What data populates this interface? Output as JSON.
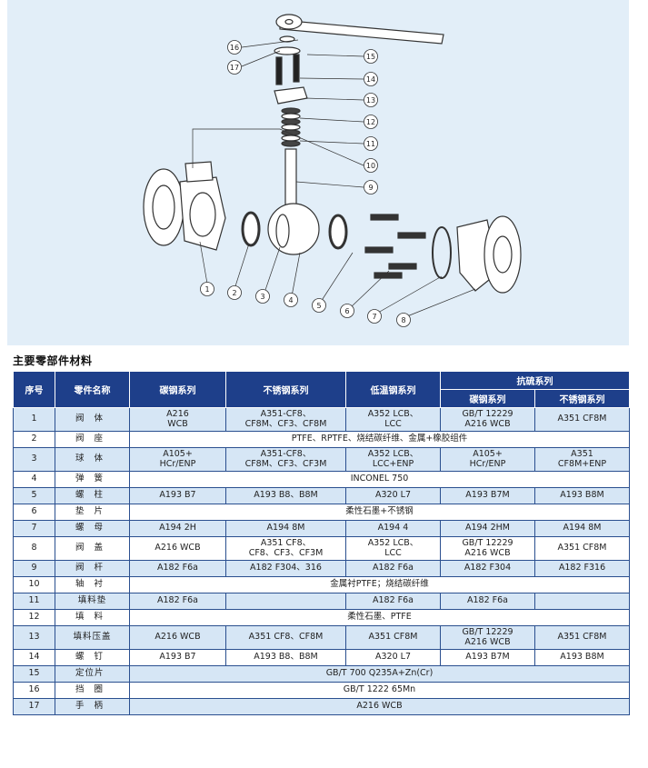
{
  "diagram": {
    "callouts": [
      "1",
      "2",
      "3",
      "4",
      "5",
      "6",
      "7",
      "8",
      "9",
      "10",
      "11",
      "12",
      "13",
      "14",
      "15",
      "16",
      "17"
    ]
  },
  "section_title": "主要零部件材料",
  "table": {
    "headers": {
      "no": "序号",
      "part": "零件名称",
      "carbon": "碳钢系列",
      "stainless": "不锈钢系列",
      "lowtemp": "低温钢系列",
      "sulfur": "抗硫系列",
      "sulfur_carbon": "碳钢系列",
      "sulfur_stainless": "不锈钢系列"
    },
    "rows": [
      {
        "no": "1",
        "name": [
          "阀",
          "体"
        ],
        "carbon": [
          "A216",
          "WCB"
        ],
        "stainless": [
          "A351-CF8、",
          "CF8M、CF3、CF8M"
        ],
        "lowtemp": [
          "A352 LCB、",
          "LCC"
        ],
        "s_carbon": [
          "GB/T 12229",
          "A216 WCB"
        ],
        "s_stainless": [
          "A351 CF8M"
        ]
      },
      {
        "no": "2",
        "name": [
          "阀",
          "座"
        ],
        "span": "PTFE、RPTFE、烧结碳纤维、金属+橡胶组件"
      },
      {
        "no": "3",
        "name": [
          "球",
          "体"
        ],
        "carbon": [
          "A105+",
          "HCr/ENP"
        ],
        "stainless": [
          "A351-CF8、",
          "CF8M、CF3、CF3M"
        ],
        "lowtemp": [
          "A352 LCB、",
          "LCC+ENP"
        ],
        "s_carbon": [
          "A105+",
          "HCr/ENP"
        ],
        "s_stainless": [
          "A351",
          "CF8M+ENP"
        ]
      },
      {
        "no": "4",
        "name": [
          "弹",
          "簧"
        ],
        "span": "INCONEL 750"
      },
      {
        "no": "5",
        "name": [
          "螺",
          "柱"
        ],
        "carbon": [
          "A193 B7"
        ],
        "stainless": [
          "A193 B8、B8M"
        ],
        "lowtemp": [
          "A320 L7"
        ],
        "s_carbon": [
          "A193 B7M"
        ],
        "s_stainless": [
          "A193 B8M"
        ]
      },
      {
        "no": "6",
        "name": [
          "垫",
          "片"
        ],
        "span": "柔性石墨+不锈钢"
      },
      {
        "no": "7",
        "name": [
          "螺",
          "母"
        ],
        "carbon": [
          "A194 2H"
        ],
        "stainless": [
          "A194 8M"
        ],
        "lowtemp": [
          "A194 4"
        ],
        "s_carbon": [
          "A194 2HM"
        ],
        "s_stainless": [
          "A194 8M"
        ]
      },
      {
        "no": "8",
        "name": [
          "阀",
          "盖"
        ],
        "carbon": [
          "A216 WCB"
        ],
        "stainless": [
          "A351 CF8、",
          "CF8、CF3、CF3M"
        ],
        "lowtemp": [
          "A352 LCB、",
          "LCC"
        ],
        "s_carbon": [
          "GB/T 12229",
          "A216 WCB"
        ],
        "s_stainless": [
          "A351 CF8M"
        ]
      },
      {
        "no": "9",
        "name": [
          "阀",
          "杆"
        ],
        "carbon": [
          "A182 F6a"
        ],
        "stainless": [
          "A182 F304、316"
        ],
        "lowtemp": [
          "A182 F6a"
        ],
        "s_carbon": [
          "A182 F304"
        ],
        "s_stainless": [
          "A182 F316"
        ]
      },
      {
        "no": "10",
        "name": [
          "轴",
          "衬"
        ],
        "span": "金属衬PTFE；烧结碳纤维"
      },
      {
        "no": "11",
        "name": [
          "填料垫"
        ],
        "carbon": [
          "A182 F6a"
        ],
        "stainless": [
          ""
        ],
        "lowtemp": [
          "A182 F6a"
        ],
        "s_carbon": [
          "A182 F6a"
        ],
        "s_stainless": [
          ""
        ]
      },
      {
        "no": "12",
        "name": [
          "填",
          "料"
        ],
        "span": "柔性石墨、PTFE"
      },
      {
        "no": "13",
        "name": [
          "填料压盖"
        ],
        "carbon": [
          "A216 WCB"
        ],
        "stainless": [
          "A351 CF8、CF8M"
        ],
        "lowtemp": [
          "A351 CF8M"
        ],
        "s_carbon": [
          "GB/T 12229",
          "A216 WCB"
        ],
        "s_stainless": [
          "A351 CF8M"
        ]
      },
      {
        "no": "14",
        "name": [
          "螺",
          "钉"
        ],
        "carbon": [
          "A193 B7"
        ],
        "stainless": [
          "A193 B8、B8M"
        ],
        "lowtemp": [
          "A320 L7"
        ],
        "s_carbon": [
          "A193 B7M"
        ],
        "s_stainless": [
          "A193 B8M"
        ]
      },
      {
        "no": "15",
        "name": [
          "定",
          "位",
          "片"
        ],
        "span": "GB/T 700 Q235A+Zn(Cr)"
      },
      {
        "no": "16",
        "name": [
          "挡",
          "圈"
        ],
        "span": "GB/T 1222 65Mn"
      },
      {
        "no": "17",
        "name": [
          "手",
          "柄"
        ],
        "span": "A216 WCB"
      }
    ]
  },
  "colors": {
    "panel": "#e2eef8",
    "header": "#1e3f8a",
    "row_alt": "#d6e6f5",
    "border": "#2a4f8f"
  }
}
